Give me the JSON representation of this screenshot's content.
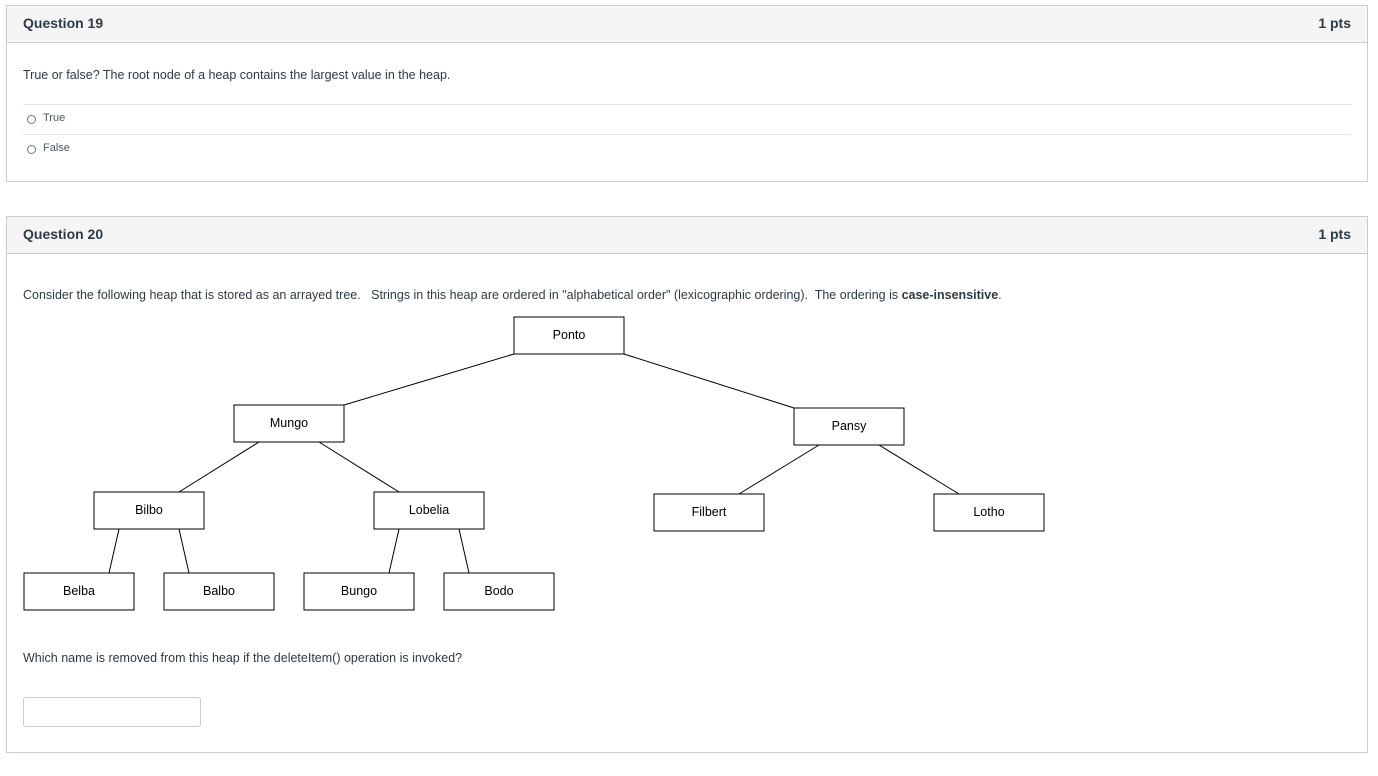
{
  "question19": {
    "title": "Question 19",
    "points": "1 pts",
    "prompt": "True or false?  The root node of a heap contains the largest value in the heap.",
    "options": [
      {
        "label": "True"
      },
      {
        "label": "False"
      }
    ]
  },
  "question20": {
    "title": "Question 20",
    "points": "1 pts",
    "prompt_part1": "Consider the following heap that is stored as an arrayed tree.   Strings in this heap are ordered in \"alphabetical order\" (lexicographic ordering).  The ordering is ",
    "prompt_bold": "case-insensitive",
    "prompt_part2": ".",
    "heap_nodes": [
      {
        "id": "ponto",
        "label": "Ponto"
      },
      {
        "id": "mungo",
        "label": "Mungo"
      },
      {
        "id": "pansy",
        "label": "Pansy"
      },
      {
        "id": "bilbo",
        "label": "Bilbo"
      },
      {
        "id": "lobelia",
        "label": "Lobelia"
      },
      {
        "id": "filbert",
        "label": "Filbert"
      },
      {
        "id": "lotho",
        "label": "Lotho"
      },
      {
        "id": "belba",
        "label": "Belba"
      },
      {
        "id": "balbo",
        "label": "Balbo"
      },
      {
        "id": "bungo",
        "label": "Bungo"
      },
      {
        "id": "bodo",
        "label": "Bodo"
      }
    ],
    "heap_edges": [
      [
        "ponto",
        "mungo"
      ],
      [
        "ponto",
        "pansy"
      ],
      [
        "mungo",
        "bilbo"
      ],
      [
        "mungo",
        "lobelia"
      ],
      [
        "pansy",
        "filbert"
      ],
      [
        "pansy",
        "lotho"
      ],
      [
        "bilbo",
        "belba"
      ],
      [
        "bilbo",
        "balbo"
      ],
      [
        "lobelia",
        "bungo"
      ],
      [
        "lobelia",
        "bodo"
      ]
    ],
    "followup": "Which name is removed from this heap if the deleteItem() operation is invoked?",
    "answer_value": ""
  }
}
